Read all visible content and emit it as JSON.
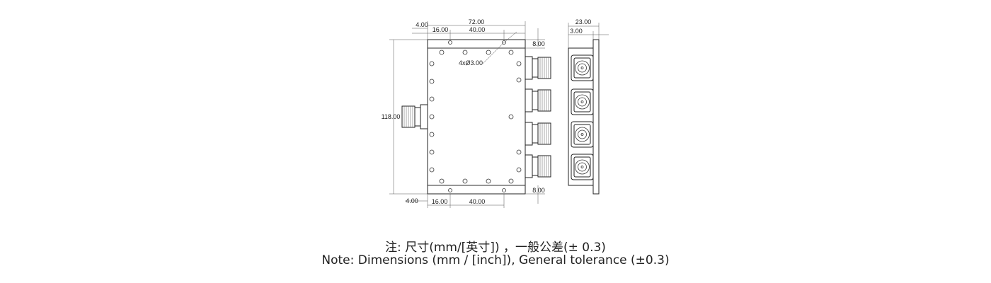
{
  "dimensions": {
    "overall_width": "72.00",
    "hole_spacing_top": "40.00",
    "edge_to_hole_top": "16.00",
    "flange_top": "4.00",
    "overall_height": "118.00",
    "right_offset_top": "8.00",
    "right_offset_bottom": "8.00",
    "flange_bottom": "4.00",
    "edge_to_hole_bottom": "16.00",
    "hole_spacing_bottom": "40.00",
    "hole_callout": "4xØ3.00",
    "side_depth": "23.00",
    "side_flange": "3.00"
  },
  "note": {
    "zh": "注: 尺寸(mm/[英寸]) ，一般公差(± 0.3)",
    "en": "Note: Dimensions (mm / [inch]), General tolerance (±0.3)"
  }
}
